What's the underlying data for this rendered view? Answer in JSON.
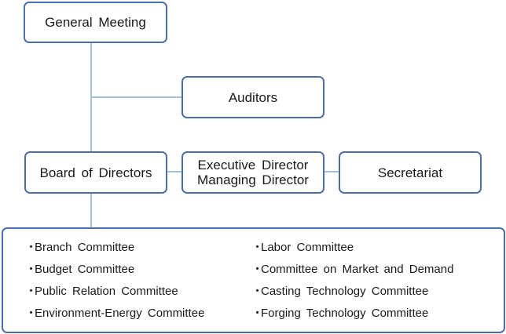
{
  "nodes": {
    "general_meeting": "General  Meeting",
    "auditors": "Auditors",
    "board": "Board of Directors",
    "executive_director": "Executive  Director",
    "managing_director": "Managing  Director",
    "secretariat": "Secretariat"
  },
  "committees": {
    "bullet": "・",
    "left": [
      "Branch  Committee",
      "Budget  Committee",
      "Public  Relation  Committee",
      "Environment-Energy  Committee"
    ],
    "right": [
      "Labor  Committee",
      "Committee  on  Market  and  Demand",
      "Casting  Technology  Committee",
      "Forging  Technology  Committee"
    ]
  },
  "colors": {
    "box_border": "#4d6fa8",
    "connector": "#a8c0d6"
  }
}
